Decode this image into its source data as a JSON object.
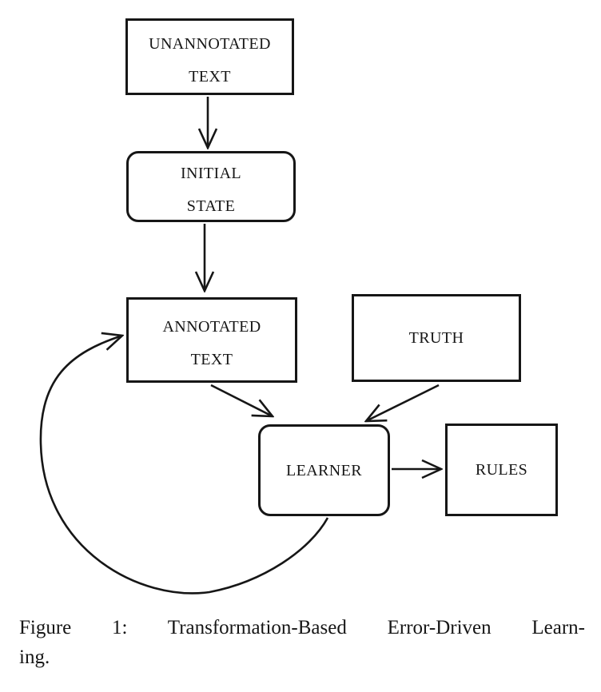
{
  "page": {
    "background": "#ffffff",
    "ink_color": "#161616"
  },
  "figure": {
    "nodes": [
      {
        "id": "unannotated-text",
        "shape": "rectangle",
        "lines": [
          "UNANNOTATED",
          "TEXT"
        ]
      },
      {
        "id": "initial-state",
        "shape": "rounded-rectangle",
        "lines": [
          "INITIAL",
          "STATE"
        ]
      },
      {
        "id": "annotated-text",
        "shape": "rectangle",
        "lines": [
          "ANNOTATED",
          "TEXT"
        ]
      },
      {
        "id": "truth",
        "shape": "rectangle",
        "lines": [
          "TRUTH"
        ]
      },
      {
        "id": "learner",
        "shape": "rounded-rectangle",
        "lines": [
          "LEARNER"
        ]
      },
      {
        "id": "rules",
        "shape": "rectangle",
        "lines": [
          "RULES"
        ]
      }
    ],
    "edges": [
      {
        "from": "unannotated-text",
        "to": "initial-state",
        "style": "straight-arrow"
      },
      {
        "from": "initial-state",
        "to": "annotated-text",
        "style": "straight-arrow"
      },
      {
        "from": "annotated-text",
        "to": "learner",
        "style": "straight-arrow"
      },
      {
        "from": "truth",
        "to": "learner",
        "style": "straight-arrow"
      },
      {
        "from": "learner",
        "to": "rules",
        "style": "straight-arrow"
      },
      {
        "from": "learner",
        "to": "annotated-text",
        "style": "curved-feedback-arrow"
      }
    ],
    "caption": {
      "lines": [
        "Figure 1: Transformation-Based Error-Driven Learn-",
        "ing."
      ],
      "text": "Figure 1: Transformation-Based Error-Driven Learning."
    }
  }
}
